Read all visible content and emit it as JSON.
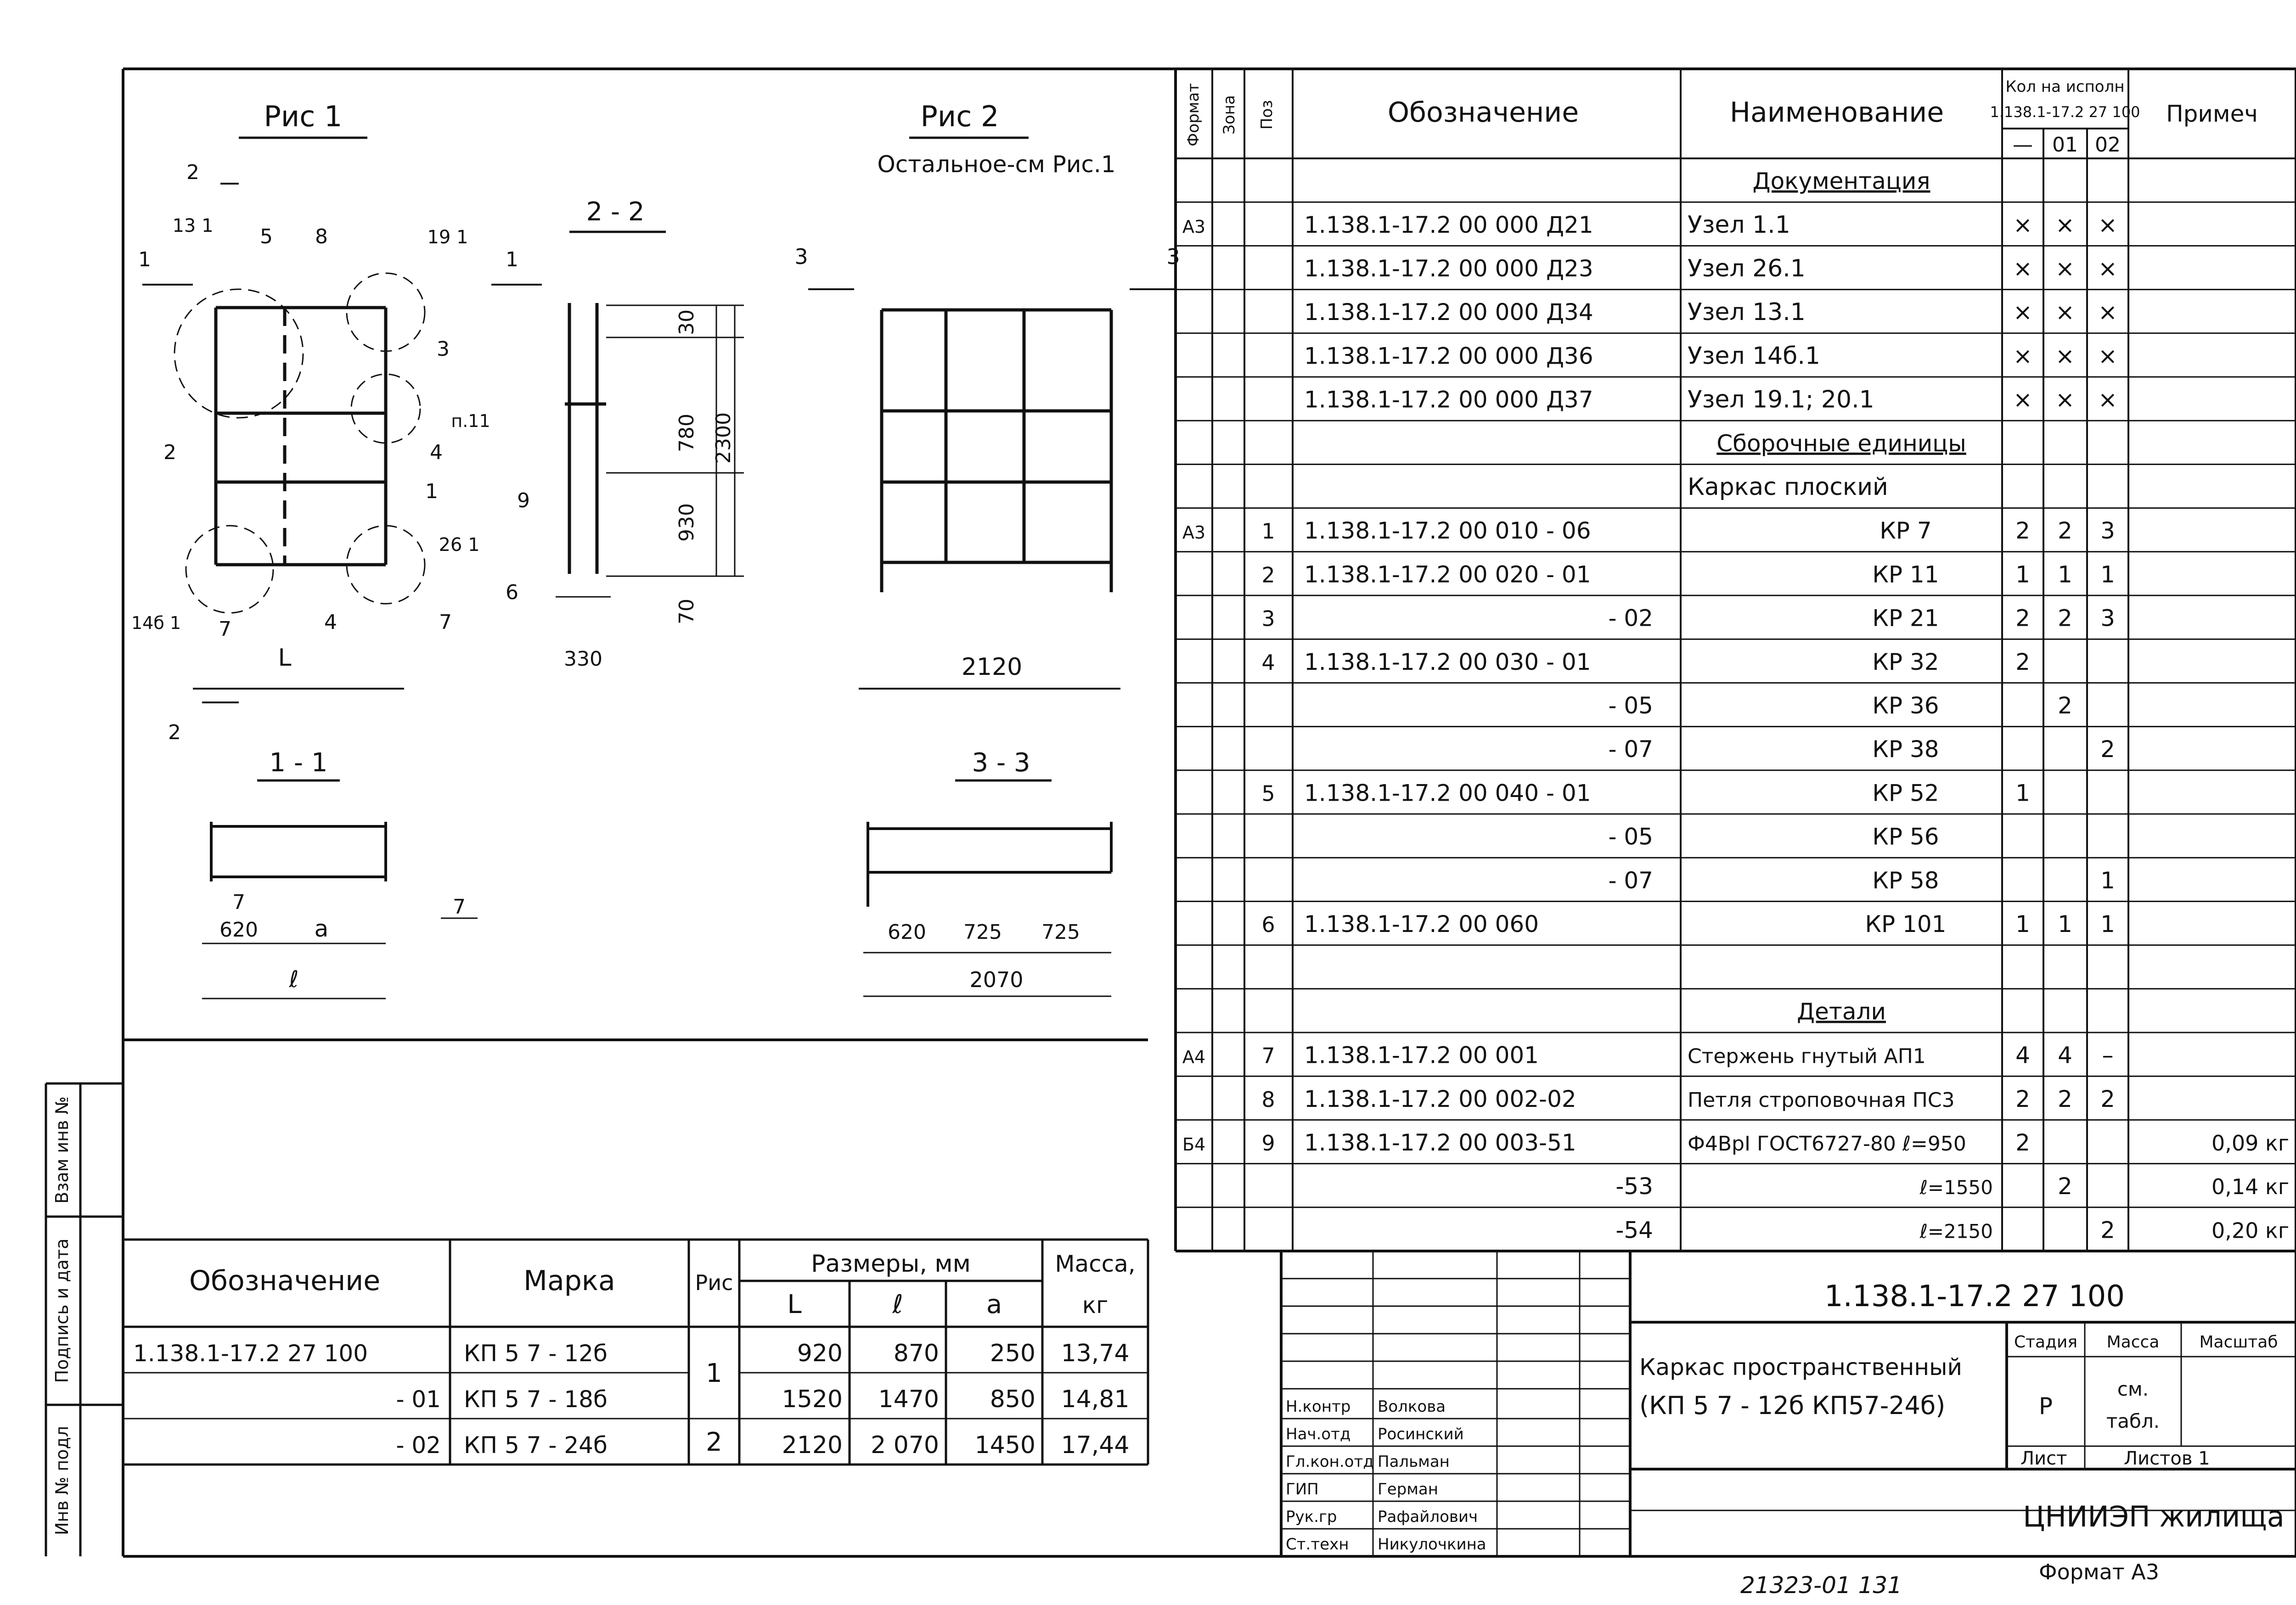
{
  "figures": {
    "fig1": "Рис 1",
    "fig2": "Рис 2",
    "fig2_note": "Остальное-см Рис.1",
    "sec22": "2 - 2",
    "sec11": "1 - 1",
    "sec33": "3 - 3",
    "fig1_marks": [
      "2",
      "13 1",
      "5",
      "8",
      "19 1",
      "1",
      "1",
      "3",
      "п.11",
      "2",
      "4",
      "9",
      "1",
      "26 1",
      "14б 1",
      "7",
      "4",
      "7",
      "6",
      "L",
      "2",
      "7",
      "7"
    ],
    "fig1_dim_L": "L",
    "dims22": [
      "30",
      "780",
      "2300",
      "930",
      "70",
      "330"
    ],
    "fig2_marks": [
      "3",
      "3"
    ],
    "dim2120": "2120",
    "dims11": [
      "620",
      "a",
      "ℓ"
    ],
    "dims33": [
      "620",
      "725",
      "725",
      "2070"
    ]
  },
  "spec": {
    "headers": {
      "format": "Формат",
      "zone": "Зона",
      "pos": "Поз",
      "designation": "Обозначение",
      "name": "Наименование",
      "qty": "Кол на исполн",
      "qty_doc": "1.138.1-17.2 27 100",
      "note": "Примеч",
      "exec": [
        "—",
        "01",
        "02"
      ]
    },
    "rows": [
      {
        "fmt": "",
        "zone": "",
        "pos": "",
        "des": "",
        "name": "Документация",
        "q0": "",
        "q1": "",
        "q2": "",
        "note": "",
        "section": true
      },
      {
        "fmt": "А3",
        "zone": "",
        "pos": "",
        "des": "1.138.1-17.2 00 000 Д21",
        "name": "Узел 1.1",
        "q0": "×",
        "q1": "×",
        "q2": "×",
        "note": ""
      },
      {
        "fmt": "",
        "zone": "",
        "pos": "",
        "des": "1.138.1-17.2 00 000 Д23",
        "name": "Узел 26.1",
        "q0": "×",
        "q1": "×",
        "q2": "×",
        "note": ""
      },
      {
        "fmt": "",
        "zone": "",
        "pos": "",
        "des": "1.138.1-17.2 00 000 Д34",
        "name": "Узел 13.1",
        "q0": "×",
        "q1": "×",
        "q2": "×",
        "note": ""
      },
      {
        "fmt": "",
        "zone": "",
        "pos": "",
        "des": "1.138.1-17.2 00 000 Д36",
        "name": "Узел 14б.1",
        "q0": "×",
        "q1": "×",
        "q2": "×",
        "note": ""
      },
      {
        "fmt": "",
        "zone": "",
        "pos": "",
        "des": "1.138.1-17.2 00 000 Д37",
        "name": "Узел 19.1; 20.1",
        "q0": "×",
        "q1": "×",
        "q2": "×",
        "note": ""
      },
      {
        "fmt": "",
        "zone": "",
        "pos": "",
        "des": "",
        "name": "Сборочные единицы",
        "q0": "",
        "q1": "",
        "q2": "",
        "note": "",
        "section": true
      },
      {
        "fmt": "",
        "zone": "",
        "pos": "",
        "des": "",
        "name": "Каркас плоский",
        "q0": "",
        "q1": "",
        "q2": "",
        "note": "",
        "left": true
      },
      {
        "fmt": "А3",
        "zone": "",
        "pos": "1",
        "des": "1.138.1-17.2 00 010 - 06",
        "name": "КР 7",
        "q0": "2",
        "q1": "2",
        "q2": "3",
        "note": "",
        "center": true
      },
      {
        "fmt": "",
        "zone": "",
        "pos": "2",
        "des": "1.138.1-17.2 00 020 - 01",
        "name": "КР 11",
        "q0": "1",
        "q1": "1",
        "q2": "1",
        "note": "",
        "center": true
      },
      {
        "fmt": "",
        "zone": "",
        "pos": "3",
        "des": "- 02",
        "name": "КР 21",
        "q0": "2",
        "q1": "2",
        "q2": "3",
        "note": "",
        "center": true,
        "desR": true
      },
      {
        "fmt": "",
        "zone": "",
        "pos": "4",
        "des": "1.138.1-17.2 00 030 - 01",
        "name": "КР 32",
        "q0": "2",
        "q1": "",
        "q2": "",
        "note": "",
        "center": true
      },
      {
        "fmt": "",
        "zone": "",
        "pos": "",
        "des": "- 05",
        "name": "КР 36",
        "q0": "",
        "q1": "2",
        "q2": "",
        "note": "",
        "center": true,
        "desR": true
      },
      {
        "fmt": "",
        "zone": "",
        "pos": "",
        "des": "- 07",
        "name": "КР 38",
        "q0": "",
        "q1": "",
        "q2": "2",
        "note": "",
        "center": true,
        "desR": true
      },
      {
        "fmt": "",
        "zone": "",
        "pos": "5",
        "des": "1.138.1-17.2 00 040 - 01",
        "name": "КР 52",
        "q0": "1",
        "q1": "",
        "q2": "",
        "note": "",
        "center": true
      },
      {
        "fmt": "",
        "zone": "",
        "pos": "",
        "des": "- 05",
        "name": "КР 56",
        "q0": "",
        "q1": "",
        "q2": "",
        "note": "",
        "center": true,
        "desR": true
      },
      {
        "fmt": "",
        "zone": "",
        "pos": "",
        "des": "- 07",
        "name": "КР 58",
        "q0": "",
        "q1": "",
        "q2": "1",
        "note": "",
        "center": true,
        "desR": true
      },
      {
        "fmt": "",
        "zone": "",
        "pos": "6",
        "des": "1.138.1-17.2 00 060",
        "name": "КР 101",
        "q0": "1",
        "q1": "1",
        "q2": "1",
        "note": "",
        "center": true
      },
      {
        "fmt": "",
        "zone": "",
        "pos": "",
        "des": "",
        "name": "",
        "q0": "",
        "q1": "",
        "q2": "",
        "note": ""
      },
      {
        "fmt": "",
        "zone": "",
        "pos": "",
        "des": "",
        "name": "Детали",
        "q0": "",
        "q1": "",
        "q2": "",
        "note": "",
        "section": true
      },
      {
        "fmt": "А4",
        "zone": "",
        "pos": "7",
        "des": "1.138.1-17.2 00 001",
        "name": "Стержень гнутый АП1",
        "q0": "4",
        "q1": "4",
        "q2": "–",
        "note": ""
      },
      {
        "fmt": "",
        "zone": "",
        "pos": "8",
        "des": "1.138.1-17.2 00 002-02",
        "name": "Петля строповочная ПС3",
        "q0": "2",
        "q1": "2",
        "q2": "2",
        "note": ""
      },
      {
        "fmt": "Б4",
        "zone": "",
        "pos": "9",
        "des": "1.138.1-17.2 00 003-51",
        "name": "Ф4ВрI ГОСТ6727-80 ℓ=950",
        "q0": "2",
        "q1": "",
        "q2": "",
        "note": "0,09 кг"
      },
      {
        "fmt": "",
        "zone": "",
        "pos": "",
        "des": "-53",
        "name": "ℓ=1550",
        "q0": "",
        "q1": "2",
        "q2": "",
        "note": "0,14 кг",
        "desR": true,
        "nameR": true
      },
      {
        "fmt": "",
        "zone": "",
        "pos": "",
        "des": "-54",
        "name": "ℓ=2150",
        "q0": "",
        "q1": "",
        "q2": "2",
        "note": "0,20 кг",
        "desR": true,
        "nameR": true
      }
    ]
  },
  "marks_table": {
    "h_designation": "Обозначение",
    "h_mark": "Марка",
    "h_fig": "Рис",
    "h_dims": "Размеры, мм",
    "h_mass": "Масса,",
    "h_mass_unit": "кг",
    "sub": [
      "L",
      "ℓ",
      "a"
    ],
    "rows": [
      {
        "des": "1.138.1-17.2 27 100",
        "mark": "КП 5 7 - 12б",
        "L": "920",
        "l": "870",
        "a": "250",
        "mass": "13,74"
      },
      {
        "des": "- 01",
        "mark": "КП 5 7 - 18б",
        "L": "1520",
        "l": "1470",
        "a": "850",
        "mass": "14,81"
      },
      {
        "des": "- 02",
        "mark": "КП 5 7 - 24б",
        "L": "2120",
        "l": "2 070",
        "a": "1450",
        "mass": "17,44"
      }
    ],
    "fig_merged_1": "1",
    "fig_row3": "2"
  },
  "stamp": {
    "code": "1.138.1-17.2 27 100",
    "title_line1": "Каркас пространственный",
    "title_line2": "(КП 5 7 - 12б  КП57-24б)",
    "h_stage": "Стадия",
    "h_mass": "Масса",
    "h_scale": "Масштаб",
    "stage": "Р",
    "mass": "см.",
    "mass2": "табл.",
    "sheet_label": "Лист",
    "sheets_label": "Листов 1",
    "org": "ЦНИИЭП жилища",
    "roles": [
      "Н.контр",
      "Нач.отд",
      "Гл.кон.отд",
      "ГИП",
      "Рук.гр",
      "Ст.техн"
    ],
    "names": [
      "Волкова",
      "Росинский",
      "Пальман",
      "Герман",
      "Рафайлович",
      "Никулочкина"
    ]
  },
  "sidebar": {
    "labels": [
      "Инв № подл",
      "Подпись и дата",
      "Взам инв №"
    ]
  },
  "footer": {
    "inventory": "21323-01 131",
    "format": "Формат А3"
  }
}
